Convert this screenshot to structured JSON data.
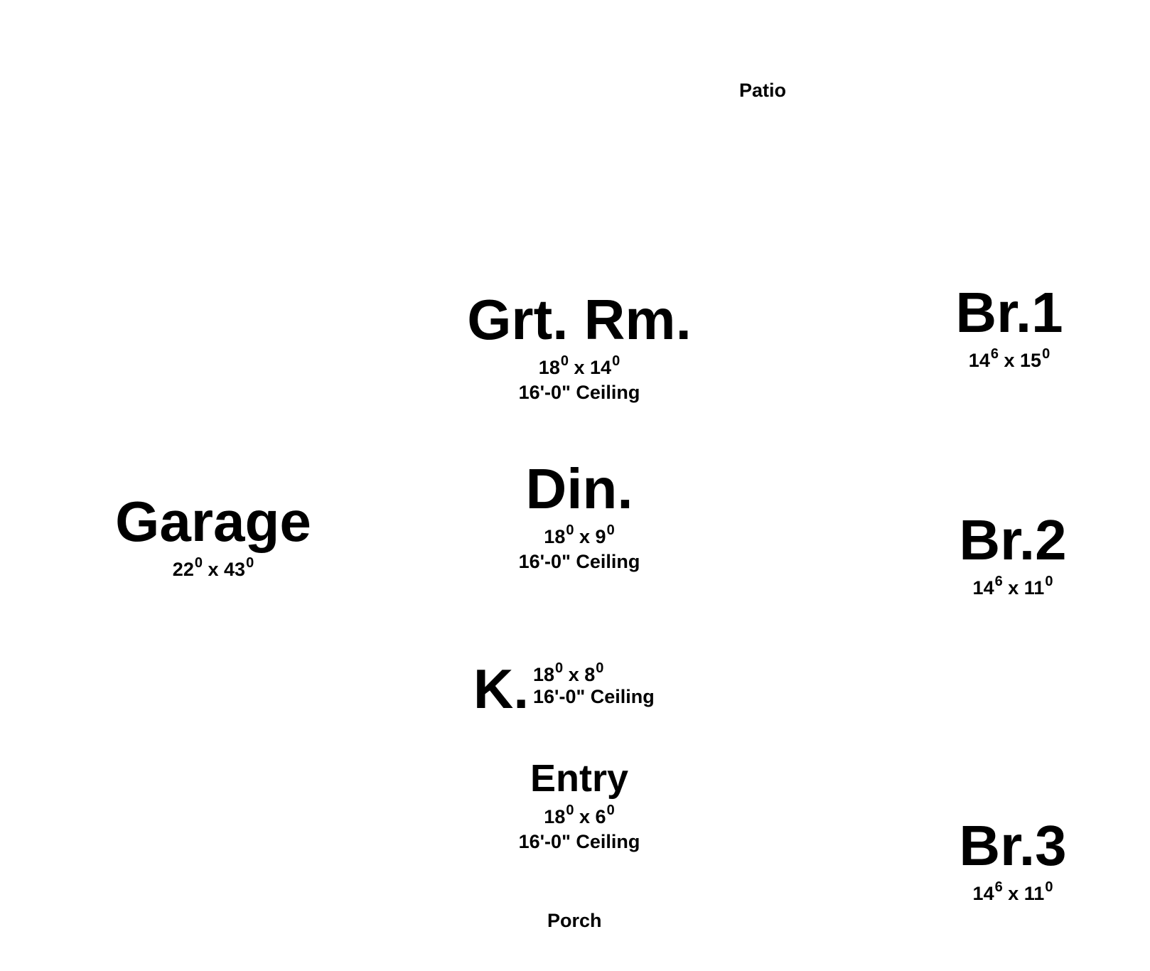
{
  "rooms": {
    "patio": {
      "name": "Patio"
    },
    "grtrm": {
      "name": "Grt. Rm.",
      "w_ft": "18",
      "w_in": "0",
      "sep": "x",
      "d_ft": "14",
      "d_in": "0",
      "ceiling": "16'-0\" Ceiling"
    },
    "br1": {
      "name": "Br.1",
      "w_ft": "14",
      "w_in": "6",
      "sep": "x",
      "d_ft": "15",
      "d_in": "0"
    },
    "din": {
      "name": "Din.",
      "w_ft": "18",
      "w_in": "0",
      "sep": "x",
      "d_ft": "9",
      "d_in": "0",
      "ceiling": "16'-0\" Ceiling"
    },
    "garage": {
      "name": "Garage",
      "w_ft": "22",
      "w_in": "0",
      "sep": "x",
      "d_ft": "43",
      "d_in": "0"
    },
    "br2": {
      "name": "Br.2",
      "w_ft": "14",
      "w_in": "6",
      "sep": "x",
      "d_ft": "11",
      "d_in": "0"
    },
    "kitchen": {
      "name": "K.",
      "w_ft": "18",
      "w_in": "0",
      "sep": "x",
      "d_ft": "8",
      "d_in": "0",
      "ceiling": "16'-0\" Ceiling"
    },
    "entry": {
      "name": "Entry",
      "w_ft": "18",
      "w_in": "0",
      "sep": "x",
      "d_ft": "6",
      "d_in": "0",
      "ceiling": "16'-0\" Ceiling"
    },
    "br3": {
      "name": "Br.3",
      "w_ft": "14",
      "w_in": "6",
      "sep": "x",
      "d_ft": "11",
      "d_in": "0"
    },
    "porch": {
      "name": "Porch"
    }
  }
}
